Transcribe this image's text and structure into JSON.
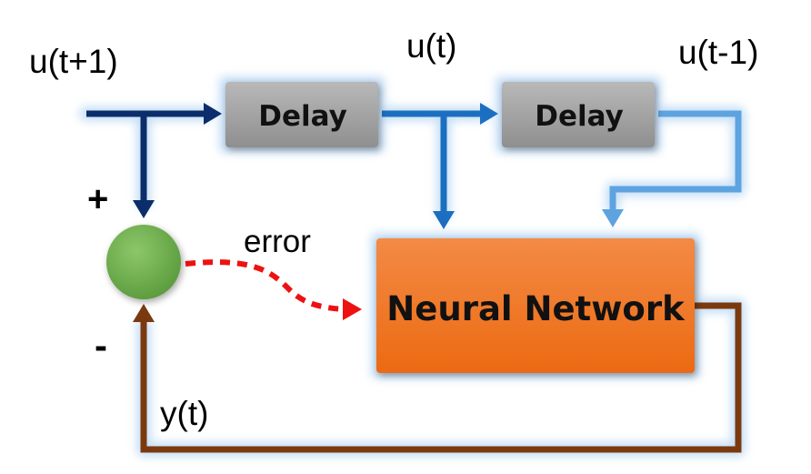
{
  "labels": {
    "input_next": "u(t+1)",
    "input_current": "u(t)",
    "input_previous": "u(t-1)",
    "plus_sign": "+",
    "minus_sign": "-",
    "error": "error",
    "output": "y(t)"
  },
  "blocks": {
    "delay_1": "Delay",
    "delay_2": "Delay",
    "neural_network": "Neural Network"
  },
  "colors": {
    "input_arrow": "#0b2d6b",
    "delay_output_arrow": "#1c6fc0",
    "second_delay_arrow": "#5ea3e0",
    "feedback_arrow": "#7b3a0e",
    "error_arrow": "#ee1111",
    "delay_box": "#a0a0a0",
    "network_box": "#f07a2a",
    "summing_junction": "#6ab04c",
    "glow": "#bcd9f5"
  },
  "icons": {
    "summing_junction": "circle-node",
    "arrowheads": "triangle-arrowhead"
  }
}
